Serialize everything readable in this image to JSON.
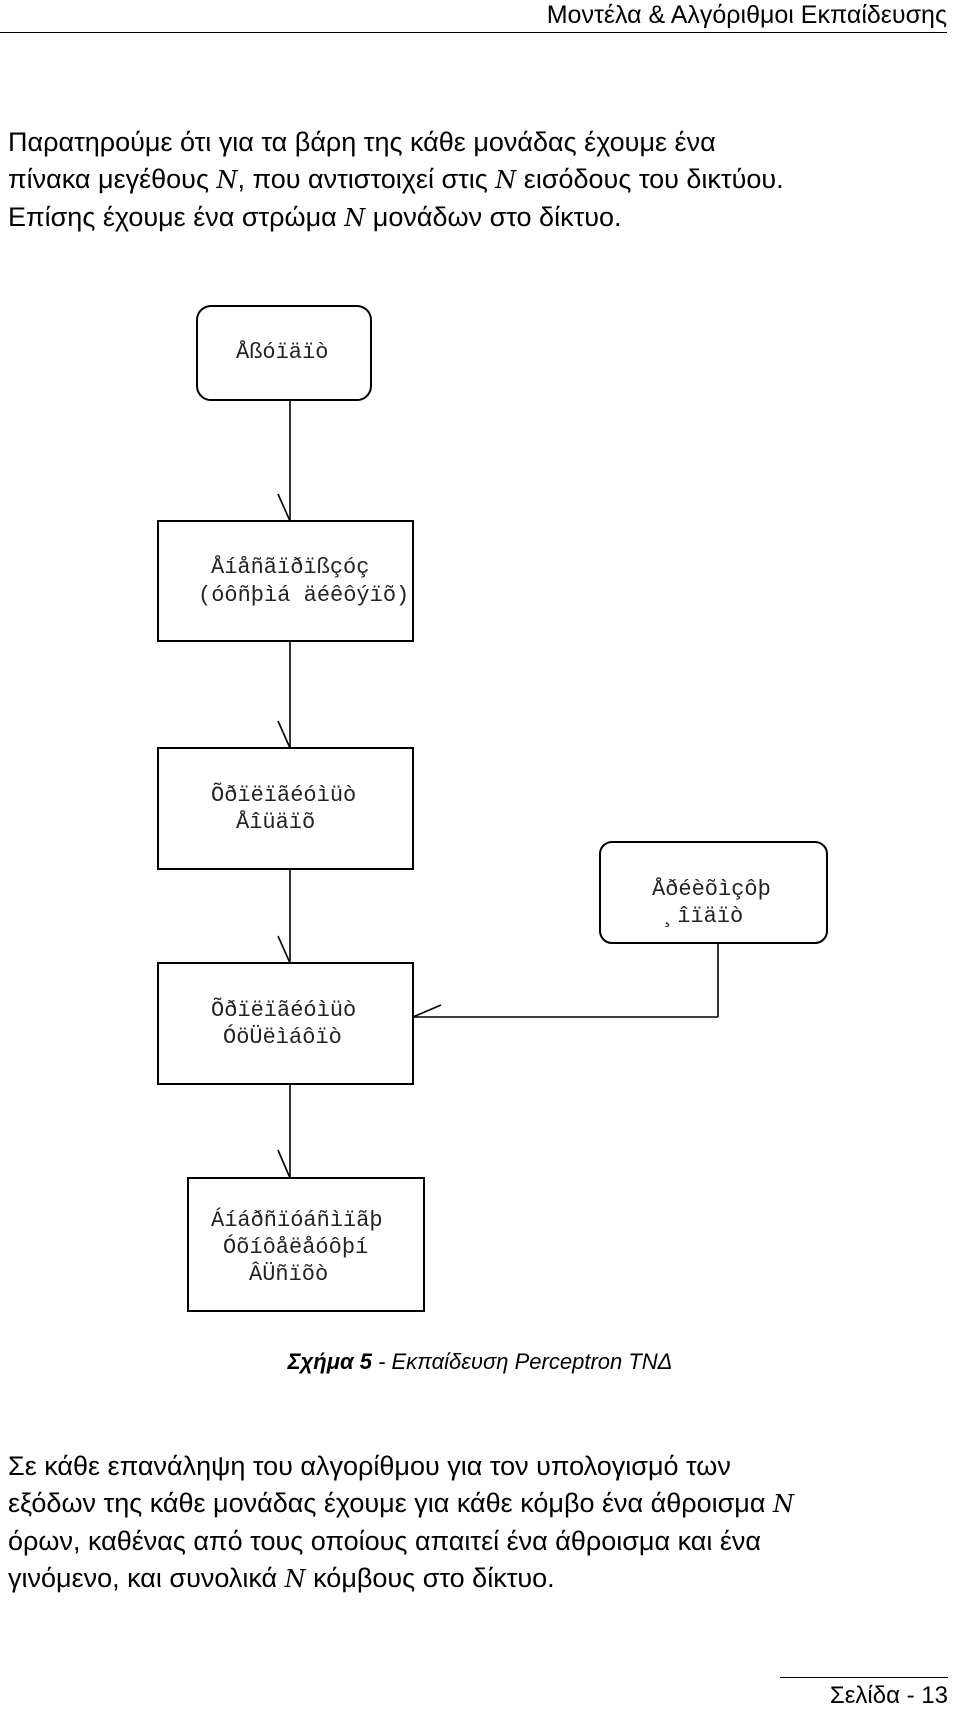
{
  "header": {
    "title": "Μοντέλα & Αλγόριθμοι Εκπαίδευσης"
  },
  "intro": {
    "line1": "Παρατηρούμε ότι για τα βάρη της κάθε μονάδας έχουμε ένα",
    "line2a": "πίνακα μεγέθους ",
    "var1": "N",
    "line2b": ", που αντιστοιχεί στις ",
    "var2": "N",
    "line2c": " εισόδους του δικτύου.",
    "line3a": "Επίσης έχουμε ένα στρώμα ",
    "var3": "N",
    "line3b": " μονάδων στο δίκτυο."
  },
  "flowchart": {
    "start": "Åßóïäïò",
    "init_l1": "Åíåñãïðïßçóç",
    "init_l2": "(óôñþìá äéêôýïõ)",
    "out_l1": "Õðïëïãéóìüò",
    "out_l2": "Åîüäïõ",
    "repeat_l1": "Åðéèõìçôþ",
    "repeat_l2": "¸îïäïò",
    "err_l1": "Õðïëïãéóìüò",
    "err_l2": "ÓöÜëìáôïò",
    "update_l1": "Áíáðñïóáñìïãþ",
    "update_l2": "Óõíôåëåóôþí",
    "update_l3": "ÂÜñïõò"
  },
  "caption": {
    "label": "Σχήμα 5",
    "text": " - Εκπαίδευση Perceptron ΤΝΔ"
  },
  "body": {
    "line1": "Σε κάθε επανάληψη του αλγορίθμου για τον υπολογισμό των",
    "line2a": "εξόδων της κάθε μονάδας έχουμε για κάθε κόμβο ένα άθροισμα ",
    "var1": "N",
    "line3": "όρων, καθένας από τους οποίους απαιτεί ένα άθροισμα και ένα",
    "line4a": "γινόμενο, και συνολικά ",
    "var2": "N",
    "line4b": " κόμβους στο δίκτυο."
  },
  "footer": {
    "page": "Σελίδα - 13"
  }
}
